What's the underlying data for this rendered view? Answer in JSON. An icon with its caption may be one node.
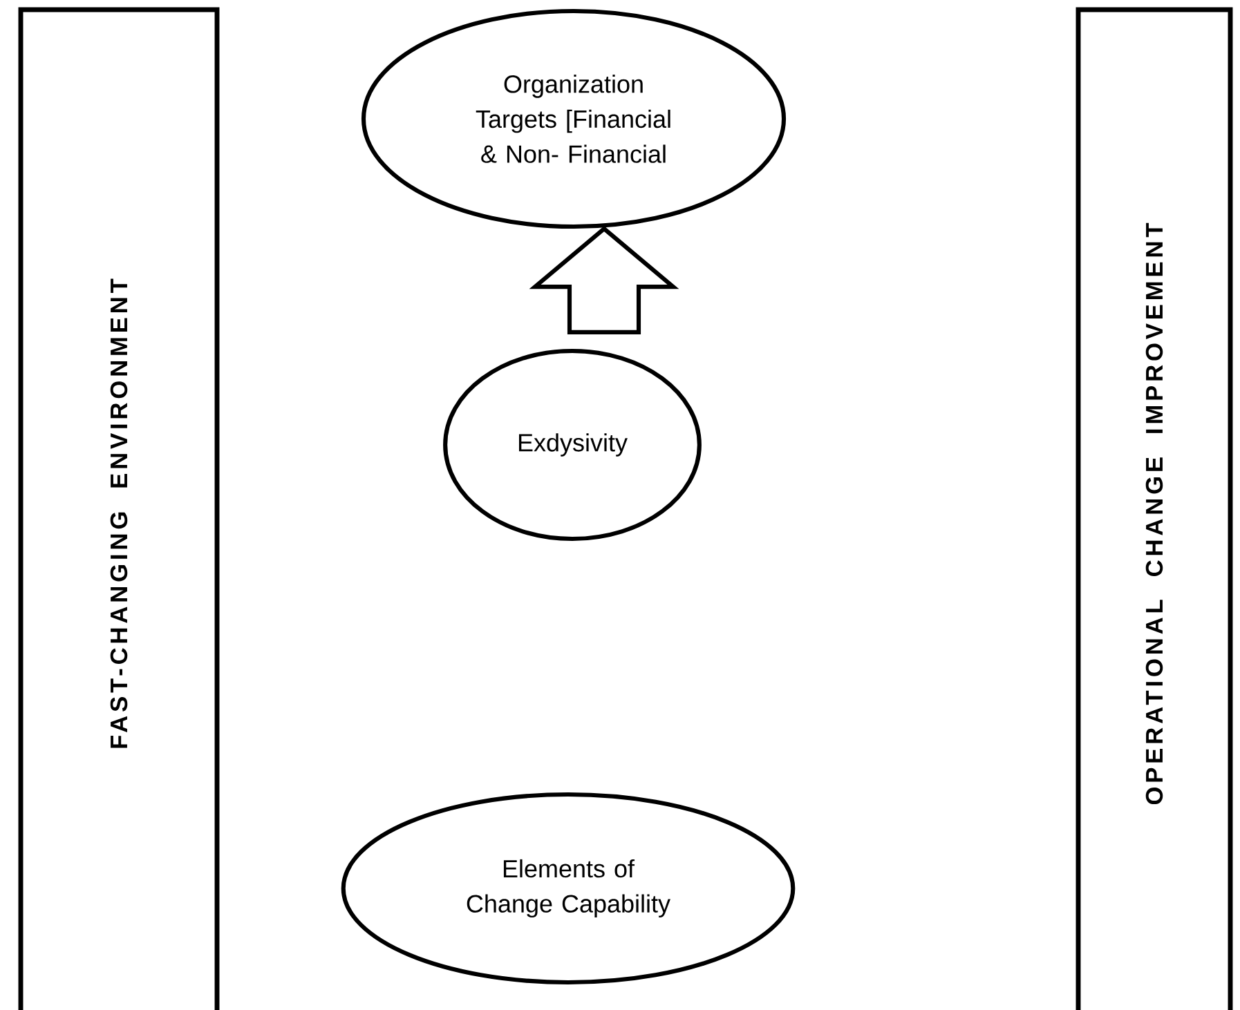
{
  "diagram": {
    "nodes": [
      {
        "text": [
          "FAST-CHANGING ENVIRONMENT"
        ]
      },
      {
        "text": [
          "Organization Targets [Financial & Non- Financial"
        ]
      },
      {
        "text": [
          "Exdysivity"
        ]
      },
      {
        "text": [
          "Elements of Change Capability"
        ]
      },
      {
        "text": [
          "OPERATIONAL CHANGE IMPROVEMENT"
        ]
      }
    ],
    "edges": [
      {
        "from": 2,
        "to": 1,
        "arrow": "to"
      }
    ]
  }
}
